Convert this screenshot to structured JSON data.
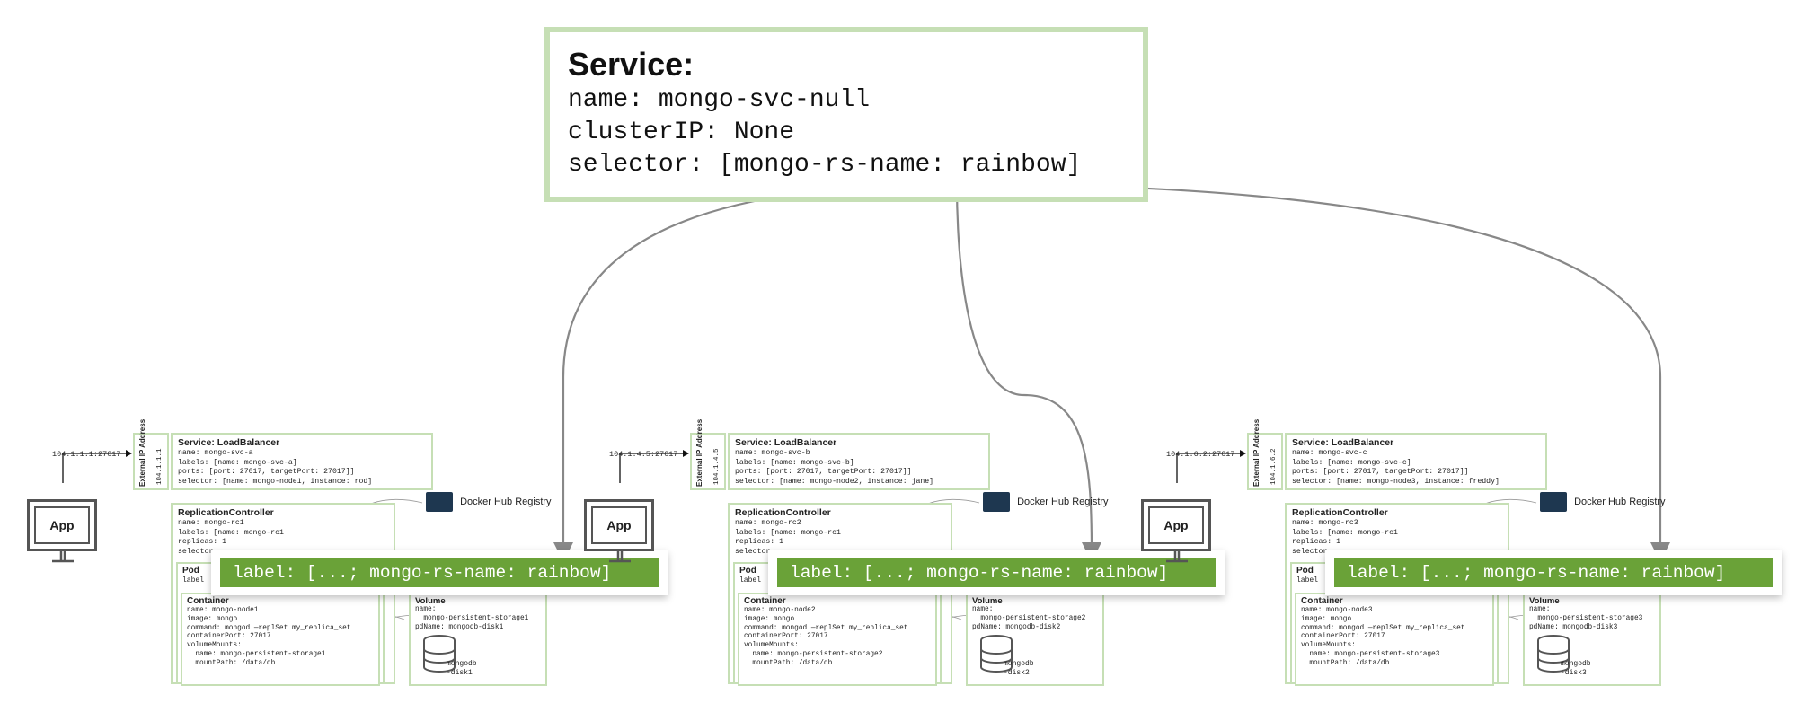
{
  "top_service": {
    "title": "Service:",
    "lines": [
      "name: mongo-svc-null",
      "clusterIP: None",
      "selector: [mongo-rs-name: rainbow]"
    ]
  },
  "docker_label": "Docker Hub Registry",
  "app_label": "App",
  "ext_ip_title": "External IP Address",
  "clusters": [
    {
      "ip_port": "104.1.1.1:27017",
      "ext_ip": "104.1.1.1",
      "service_title": "Service: LoadBalancer",
      "service_lines": [
        "name: mongo-svc-a",
        "labels: [name: mongo-svc-a]",
        "ports: [port: 27017, targetPort: 27017]]",
        "selector: [name: mongo-node1, instance: rod]"
      ],
      "rc_title": "ReplicationController",
      "rc_lines": [
        "name: mongo-rc1",
        "labels: [name: mongo-rc1",
        "replicas: 1",
        "selector"
      ],
      "pod_title": "Pod",
      "pod_line": "label",
      "container_title": "Container",
      "container_lines": [
        "name: mongo-node1",
        "image: mongo",
        "command: mongod —replSet my_replica_set",
        "containerPort: 27017",
        "volumeMounts:",
        "  name: mongo-persistent-storage1",
        "  mountPath: /data/db"
      ],
      "volume_title": "Volume",
      "volume_lines": [
        "name:",
        "  mongo-persistent-storage1",
        "pdName: mongodb-disk1"
      ],
      "disk_label": "mongodb\n-disk1",
      "banner": "label: [...; mongo-rs-name: rainbow]"
    },
    {
      "ip_port": "104.1.4.5:27017",
      "ext_ip": "104.1.4.5",
      "service_title": "Service: LoadBalancer",
      "service_lines": [
        "name: mongo-svc-b",
        "labels: [name: mongo-svc-b]",
        "ports: [port: 27017, targetPort: 27017]]",
        "selector: [name: mongo-node2, instance: jane]"
      ],
      "rc_title": "ReplicationController",
      "rc_lines": [
        "name: mongo-rc2",
        "labels: [name: mongo-rc1",
        "replicas: 1",
        "selector"
      ],
      "pod_title": "Pod",
      "pod_line": "label",
      "container_title": "Container",
      "container_lines": [
        "name: mongo-node2",
        "image: mongo",
        "command: mongod —replSet my_replica_set",
        "containerPort: 27017",
        "volumeMounts:",
        "  name: mongo-persistent-storage2",
        "  mountPath: /data/db"
      ],
      "volume_title": "Volume",
      "volume_lines": [
        "name:",
        "  mongo-persistent-storage2",
        "pdName: mongodb-disk2"
      ],
      "disk_label": "mongodb\n-disk2",
      "banner": "label: [...; mongo-rs-name: rainbow]"
    },
    {
      "ip_port": "104.1.6.2:27017",
      "ext_ip": "104.1.6.2",
      "service_title": "Service: LoadBalancer",
      "service_lines": [
        "name: mongo-svc-c",
        "labels: [name: mongo-svc-c]",
        "ports: [port: 27017, targetPort: 27017]]",
        "selector: [name: mongo-node3, instance: freddy]"
      ],
      "rc_title": "ReplicationController",
      "rc_lines": [
        "name: mongo-rc3",
        "labels: [name: mongo-rc1",
        "replicas: 1",
        "selector"
      ],
      "pod_title": "Pod",
      "pod_line": "label",
      "container_title": "Container",
      "container_lines": [
        "name: mongo-node3",
        "image: mongo",
        "command: mongod —replSet my_replica_set",
        "containerPort: 27017",
        "volumeMounts:",
        "  name: mongo-persistent-storage3",
        "  mountPath: /data/db"
      ],
      "volume_title": "Volume",
      "volume_lines": [
        "name:",
        "  mongo-persistent-storage3",
        "pdName: mongodb-disk3"
      ],
      "disk_label": "mongodb\n-disk3",
      "banner": "label: [...; mongo-rs-name: rainbow]"
    }
  ],
  "colors": {
    "box_border": "#c6dfb5",
    "banner_green": "#6aa238",
    "arrow": "#888888",
    "docker_icon": "#1e3750"
  }
}
